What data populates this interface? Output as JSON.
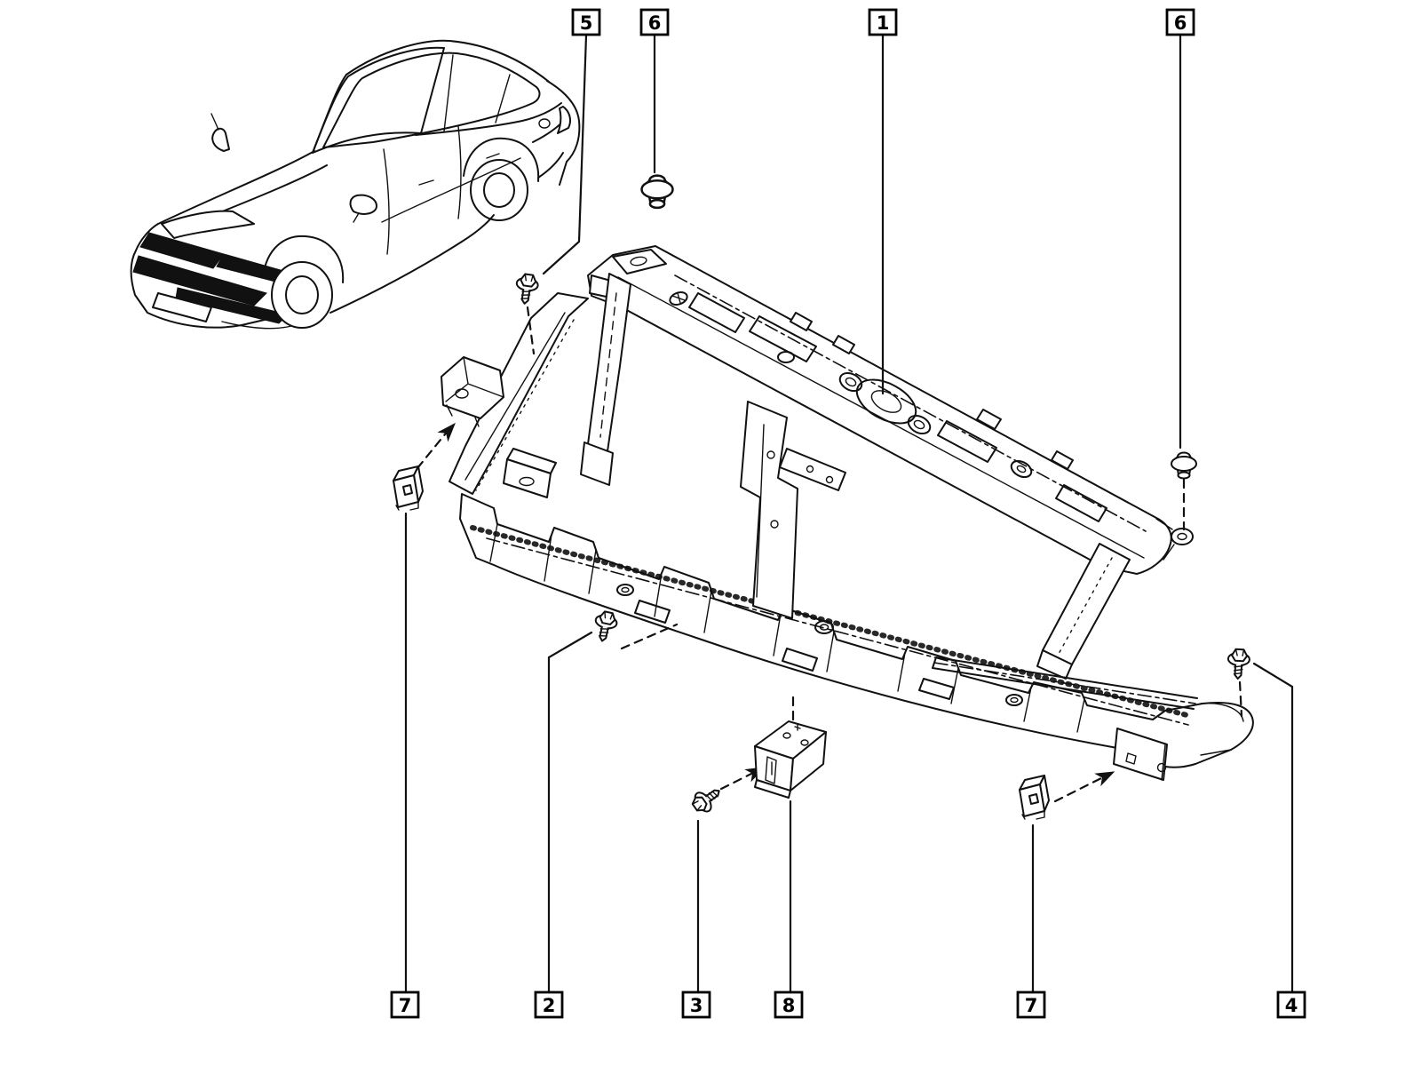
{
  "diagram": {
    "kind": "exploded-parts-diagram",
    "background_color": "#ffffff",
    "line_color": "#111111",
    "callouts": [
      {
        "label": "5"
      },
      {
        "label": "6"
      },
      {
        "label": "1"
      },
      {
        "label": "6"
      },
      {
        "label": "7"
      },
      {
        "label": "2"
      },
      {
        "label": "3"
      },
      {
        "label": "8"
      },
      {
        "label": "7"
      },
      {
        "label": "4"
      }
    ]
  }
}
